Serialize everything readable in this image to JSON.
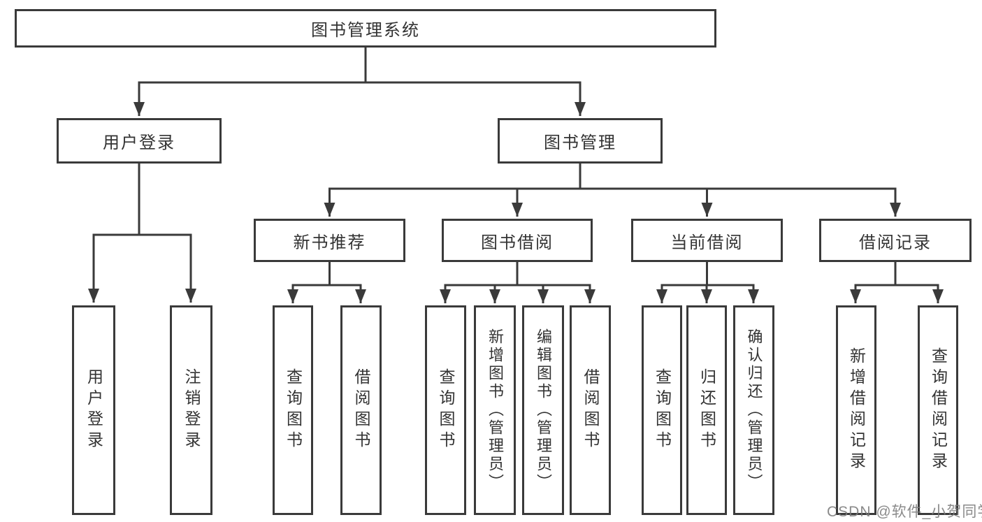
{
  "diagram": {
    "root": "图书管理系统",
    "login": {
      "label": "用户登录",
      "children": [
        "用户登录",
        "注销登录"
      ]
    },
    "management": {
      "label": "图书管理",
      "sections": [
        {
          "label": "新书推荐",
          "children": [
            "查询图书",
            "借阅图书"
          ]
        },
        {
          "label": "图书借阅",
          "children": [
            "查询图书",
            "新增图书（管理员）",
            "编辑图书（管理员）",
            "借阅图书"
          ]
        },
        {
          "label": "当前借阅",
          "children": [
            "查询图书",
            "归还图书",
            "确认归还（管理员）"
          ]
        },
        {
          "label": "借阅记录",
          "children": [
            "新增借阅记录",
            "查询借阅记录"
          ]
        }
      ]
    }
  },
  "watermark": "CSDN @软件_小贺同学",
  "colors": {
    "line": "#3a3a3a",
    "text": "#333333",
    "background": "#ffffff",
    "watermark": "#7a7a7a"
  }
}
